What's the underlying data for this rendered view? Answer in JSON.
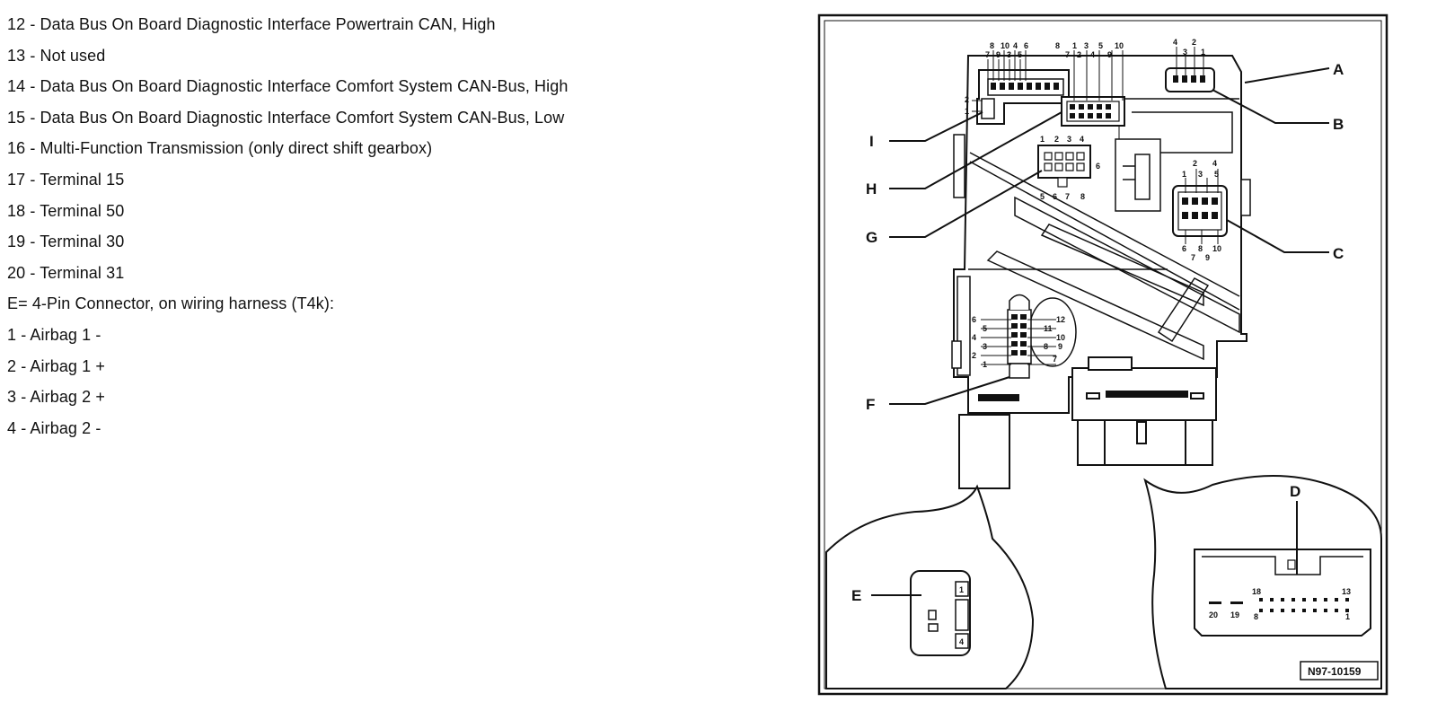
{
  "legend": {
    "lines": [
      "12 - Data Bus On Board Diagnostic Interface Powertrain CAN, High",
      "13 - Not used",
      "14 - Data Bus On Board Diagnostic Interface Comfort System CAN-Bus, High",
      "15 - Data Bus On Board Diagnostic Interface Comfort System CAN-Bus, Low",
      "16 - Multi-Function Transmission (only direct shift gearbox)",
      "17 - Terminal 15",
      "18 - Terminal 50",
      "19 - Terminal 30",
      "20 - Terminal 31",
      "E= 4-Pin Connector, on wiring harness (T4k):",
      "1 - Airbag 1 -",
      "2 - Airbag 1 +",
      "3 - Airbag 2 +",
      "4 - Airbag 2 -"
    ]
  },
  "diagram": {
    "labels": {
      "A": "A",
      "B": "B",
      "C": "C",
      "D": "D",
      "E": "E",
      "F": "F",
      "G": "G",
      "H": "H",
      "I": "I"
    },
    "figure_id": "N97-10159",
    "pins": {
      "i_top1": "8",
      "i_top2": "10",
      "i_top3": "4",
      "i_top4": "6",
      "i_row2a": "7",
      "i_row2b": "9",
      "i_row2c": "3",
      "i_row2d": "5",
      "i_left2": "2",
      "i_left1": "1",
      "h_top1": "8",
      "h_top2": "1",
      "h_top3": "3",
      "h_top4": "5",
      "h_top5": "10",
      "h_row2a": "7",
      "h_row2b": "2",
      "h_row2c": "4",
      "h_row2d": "9",
      "h_side": "6",
      "g_top1": "1",
      "g_top2": "2",
      "g_top3": "3",
      "g_top4": "4",
      "g_bot1": "5",
      "g_bot2": "6",
      "g_bot3": "7",
      "g_bot4": "8",
      "b_top1": "4",
      "b_top2": "2",
      "b_row2a": "3",
      "b_row2b": "1",
      "c_top1": "2",
      "c_top2": "4",
      "c_row2a": "1",
      "c_row2b": "3",
      "c_row2c": "5",
      "c_bot1": "6",
      "c_bot2": "8",
      "c_bot3": "10",
      "c_bot4": "7",
      "c_bot5": "9",
      "f_l6": "6",
      "f_l5": "5",
      "f_l4": "4",
      "f_l3": "3",
      "f_l2": "2",
      "f_l1": "1",
      "f_r12": "12",
      "f_r11": "11",
      "f_r10": "10",
      "f_r9": "9",
      "f_r8": "8",
      "f_r7": "7",
      "e_p1": "1",
      "e_p4": "4",
      "d_18": "18",
      "d_13": "13",
      "d_20": "20",
      "d_19": "19",
      "d_8": "8",
      "d_1": "1"
    }
  }
}
